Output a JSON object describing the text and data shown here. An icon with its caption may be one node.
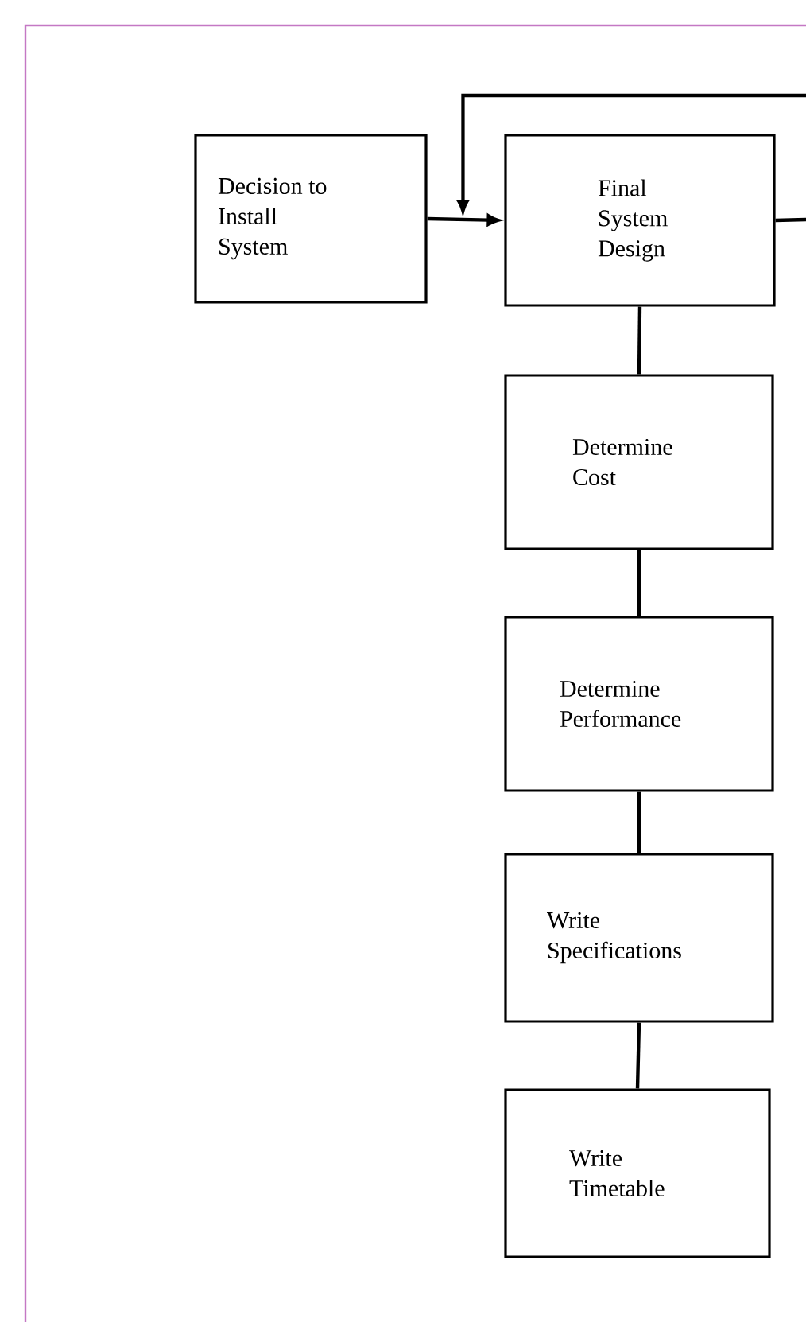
{
  "diagram": {
    "nodes": [
      {
        "text": [
          "Decision to Install System"
        ]
      },
      {
        "text": [
          "Final System Design"
        ]
      },
      {
        "text": [
          "Determine Cost"
        ]
      },
      {
        "text": [
          "Determine Performance"
        ]
      },
      {
        "text": [
          "Write Specifications"
        ]
      },
      {
        "text": [
          "Write Timetable"
        ]
      }
    ],
    "edges": [
      {
        "from": null,
        "to": 1,
        "arrow": "to"
      },
      {
        "from": 0,
        "to": 1,
        "arrow": "to"
      },
      {
        "from": 1,
        "to": null,
        "arrow": "none"
      },
      {
        "from": 1,
        "to": 2,
        "arrow": "none"
      },
      {
        "from": 2,
        "to": 3,
        "arrow": "none"
      },
      {
        "from": 3,
        "to": 4,
        "arrow": "none"
      },
      {
        "from": 4,
        "to": 5,
        "arrow": "none"
      }
    ]
  }
}
